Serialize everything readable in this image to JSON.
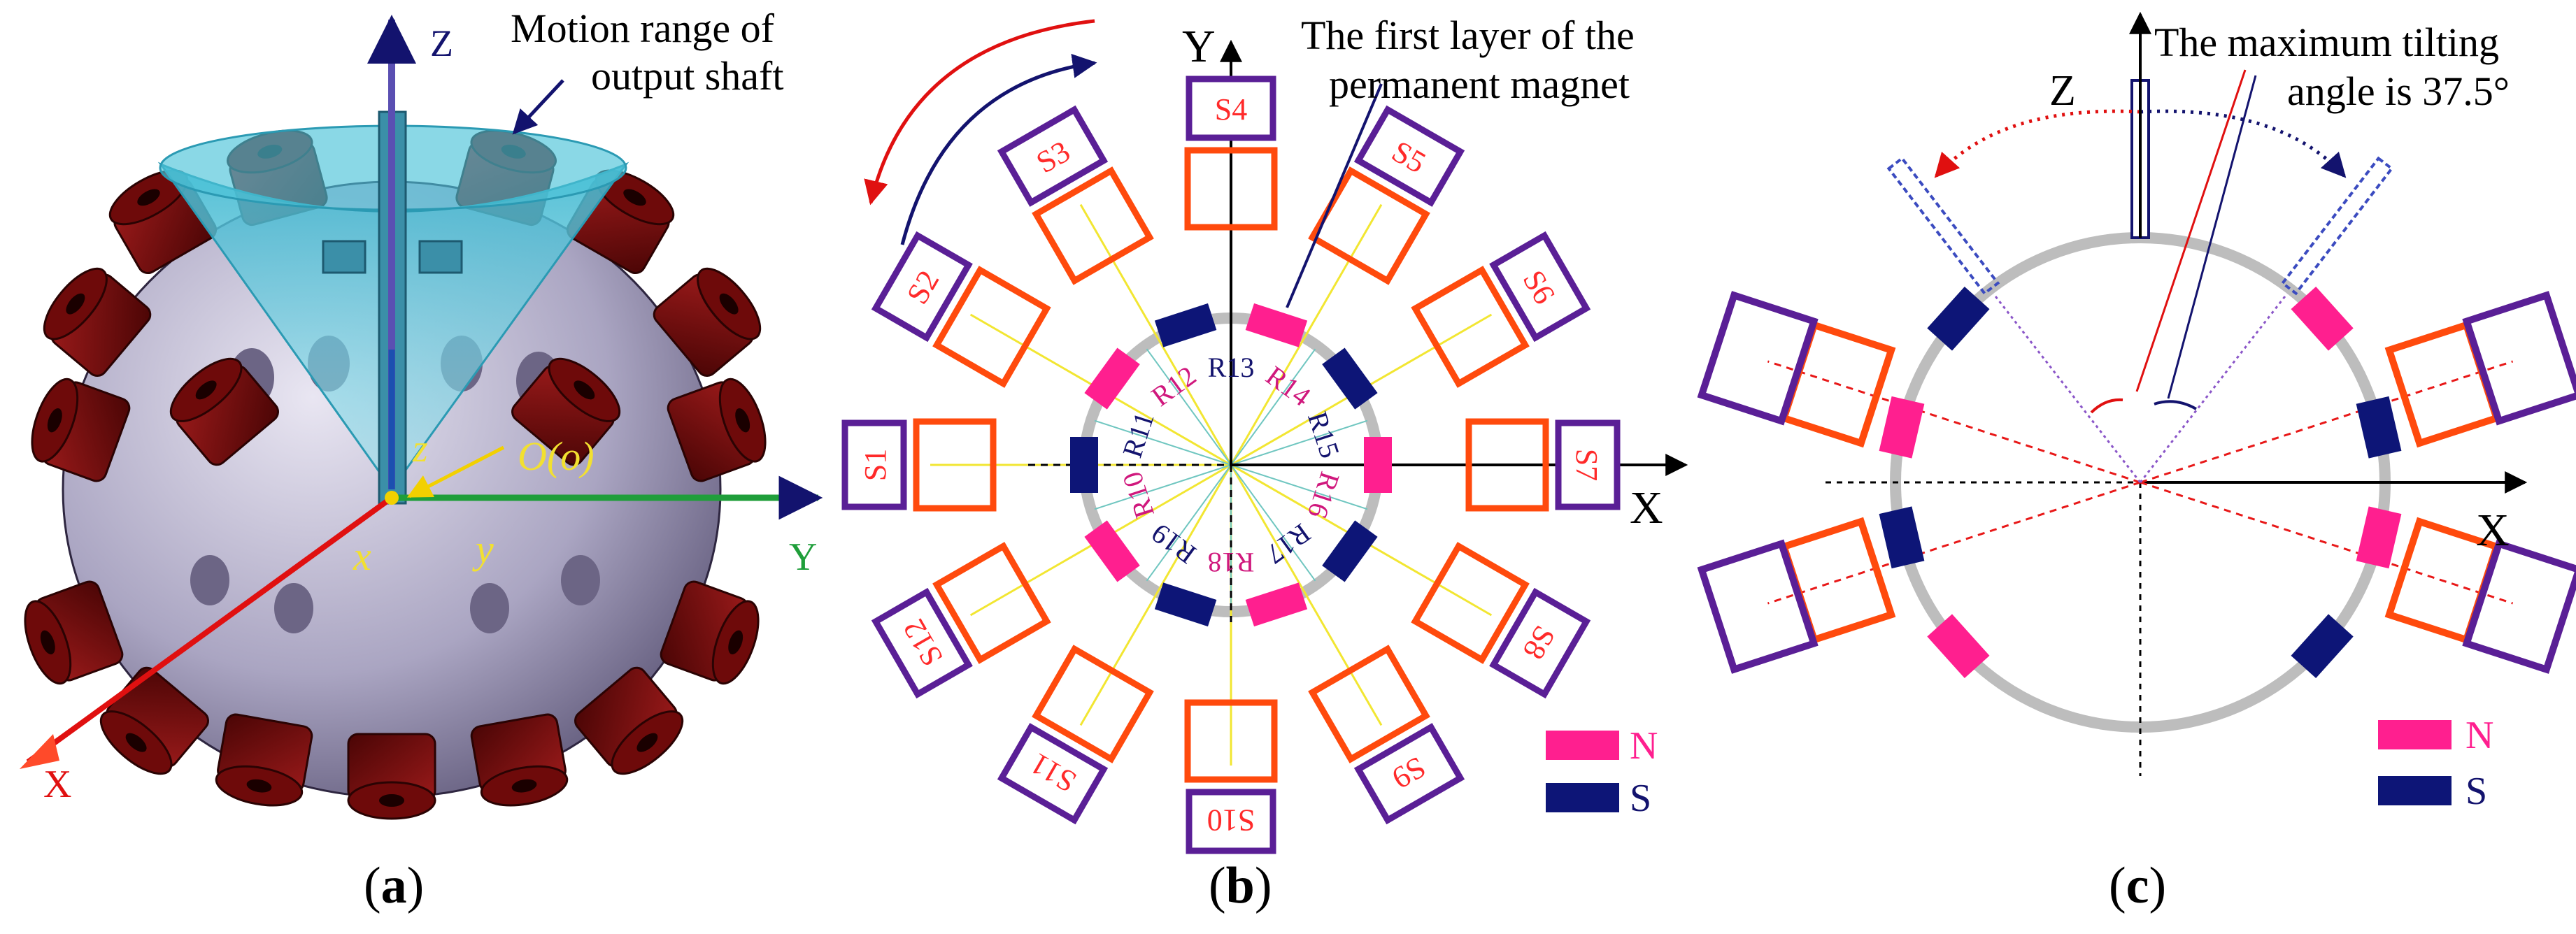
{
  "panel_a": {
    "annotation": [
      "Motion range of",
      "output shaft"
    ],
    "axis_Z": "Z",
    "axis_X": "X",
    "axis_Y": "Y",
    "local_z": "z",
    "local_x": "x",
    "local_y": "y",
    "origin": "O(o)",
    "caption_letter": "a"
  },
  "panel_b": {
    "title": [
      "The first layer of the",
      "permanent magnet"
    ],
    "axis_X": "X",
    "axis_Y": "Y",
    "stators": [
      "S1",
      "S2",
      "S3",
      "S4",
      "S5",
      "S6",
      "S7",
      "S8",
      "S9",
      "S10",
      "S11",
      "S12"
    ],
    "rotors": [
      "R11",
      "R12",
      "R13",
      "R14",
      "R15",
      "R16",
      "R17",
      "R18",
      "R19",
      "R10"
    ],
    "legend": [
      {
        "label": "N",
        "color": "#ff1f8f"
      },
      {
        "label": "S",
        "color": "#0d1577"
      }
    ],
    "caption_letter": "b"
  },
  "panel_c": {
    "title": [
      "The maximum tilting",
      "angle is 37.5°"
    ],
    "axis_X": "X",
    "axis_Z": "Z",
    "legend": [
      {
        "label": "N",
        "color": "#ff1f8f"
      },
      {
        "label": "S",
        "color": "#0d1577"
      }
    ],
    "caption_letter": "c"
  },
  "colors": {
    "north_pole": "#ff1f8f",
    "south_pole": "#0d1577",
    "stator_outer": "#5a1f96",
    "stator_inner": "#ff4a0d",
    "stator_label": "#ff2a2a",
    "coil_dark_red": "#6e0a0a",
    "cone_cyan": "#5fcfe0"
  }
}
